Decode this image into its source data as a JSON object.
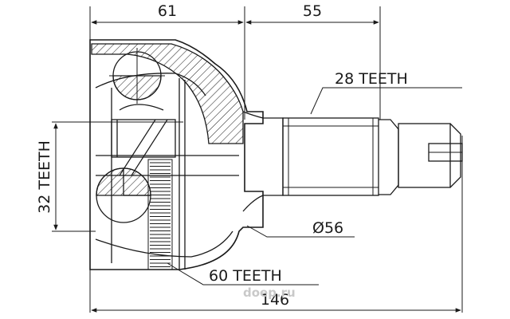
{
  "dimensions": {
    "width_61": "61",
    "width_55": "55",
    "length_146": "146",
    "diameter": "Ø56"
  },
  "teeth": {
    "spline_28": "28 TEETH",
    "inner_32": "32 TEETH",
    "abs_ring_60": "60 TEETH"
  },
  "watermark": "doeр.ru",
  "colors": {
    "ink": "#1a1a1a",
    "watermark": "#c9c9c9"
  }
}
